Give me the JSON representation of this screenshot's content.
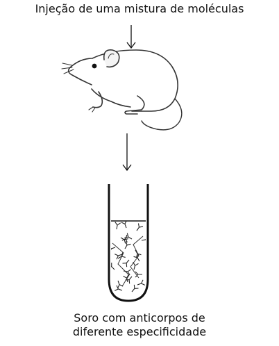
{
  "diagram": {
    "top_label": "Injeção de uma mistura de moléculas",
    "bottom_label_line1": "Soro com anticorpos de",
    "bottom_label_line2": "diferente especificidade"
  }
}
